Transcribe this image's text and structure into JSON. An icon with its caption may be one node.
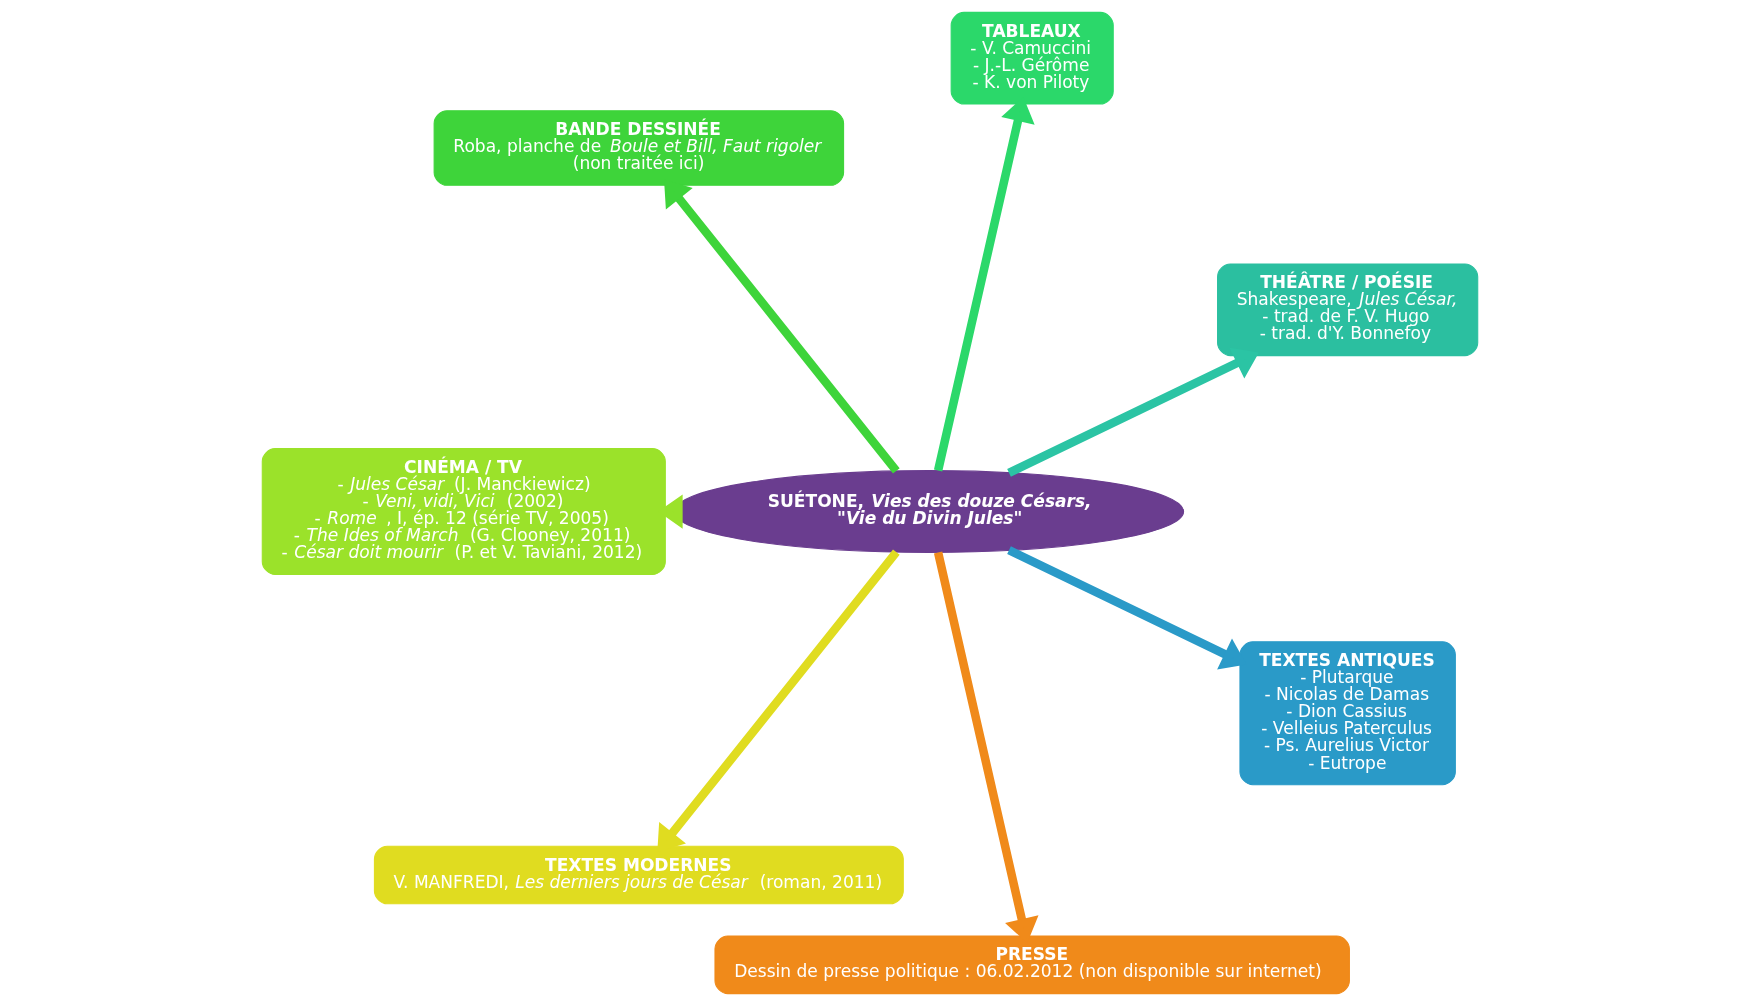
{
  "diagram": {
    "nodes": [
      {
        "text": [
          "SUÉTONE, *Vies des douze Césars,*",
          "*\"Vie du Divin Jules\"*"
        ]
      },
      {
        "text": [
          "THÉÂTRE / POÉSIE",
          "Shakespeare, *Jules César,*",
          "- trad. de F. V. Hugo",
          "- trad. d'Y. Bonnefoy"
        ]
      },
      {
        "text": [
          "TABLEAUX",
          "- V. Camuccini",
          "- J.-L. Gérôme",
          "- K. von Piloty"
        ]
      },
      {
        "text": [
          "BANDE DESSINÉE",
          "Roba, planche de *Boule et Bill, Faut rigoler*",
          "(non traitée ici)"
        ]
      },
      {
        "text": [
          "CINÉMA / TV",
          "- *Jules César* (J. Manckiewicz)",
          "- *Veni, vidi, Vici* (2002)",
          "- *Rome* , I, ép. 12 (série TV, 2005)",
          "- *The Ides of March* (G. Clooney, 2011)",
          "- *César doit mourir* (P. et V. Taviani, 2012)"
        ]
      },
      {
        "text": [
          "TEXTES MODERNES",
          "V. MANFREDI, *Les derniers jours de César* (roman, 2011)"
        ]
      },
      {
        "text": [
          "PRESSE",
          "Dessin de presse politique : 06.02.2012 (non disponible sur internet)"
        ]
      },
      {
        "text": [
          "TEXTES ANTIQUES",
          "- Plutarque",
          "- Nicolas de Damas",
          "- Dion Cassius",
          "- Velleius Paterculus",
          "- Ps. Aurelius Victor",
          "- Eutrope"
        ]
      }
    ],
    "edges": [
      {
        "from": 0,
        "to": 7,
        "arrow": "to",
        "color": "#2a9ac8"
      },
      {
        "from": 0,
        "to": 1,
        "arrow": "to",
        "color": "#2bc4a4"
      },
      {
        "from": 0,
        "to": 2,
        "arrow": "to",
        "color": "#2bd86a"
      },
      {
        "from": 0,
        "to": 3,
        "arrow": "to",
        "color": "#3ed43a"
      },
      {
        "from": 0,
        "to": 4,
        "arrow": "to",
        "color": "#9be22a"
      },
      {
        "from": 0,
        "to": 5,
        "arrow": "to",
        "color": "#e0dc20"
      },
      {
        "from": 0,
        "to": 6,
        "arrow": "to",
        "color": "#f08a1a"
      }
    ]
  }
}
